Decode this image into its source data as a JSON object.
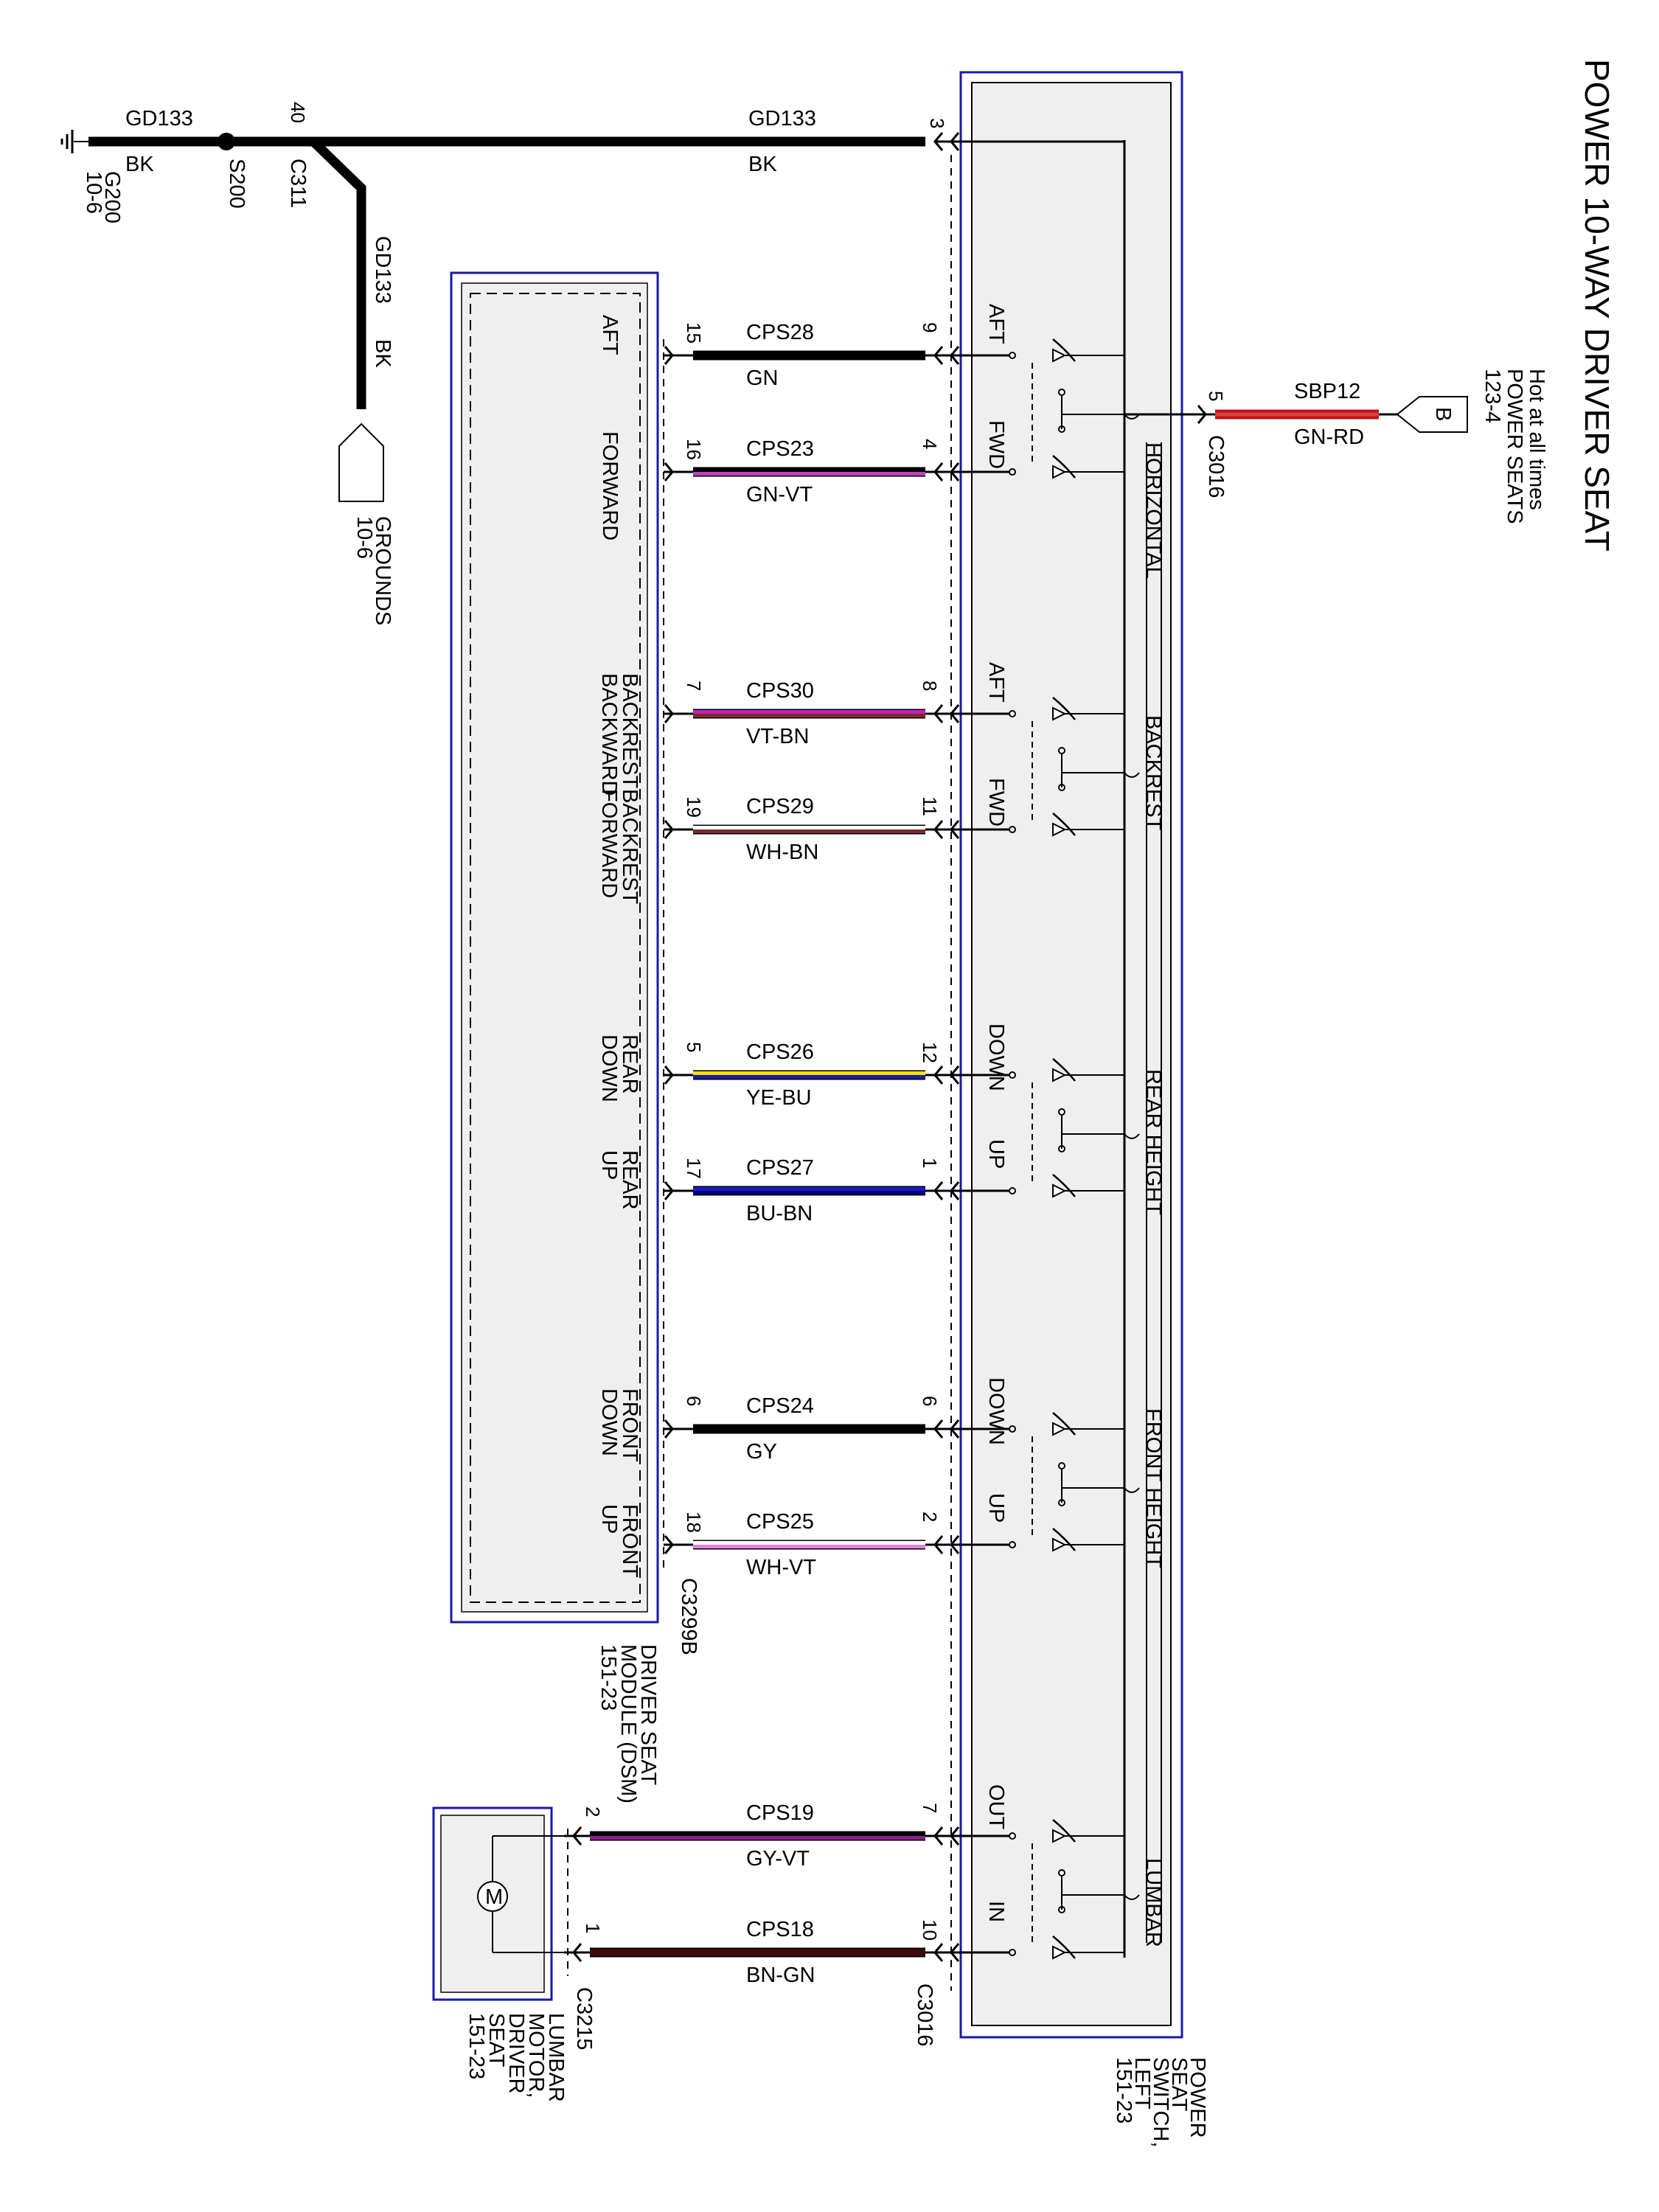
{
  "title": "POWER 10-WAY DRIVER SEAT",
  "hot_note": [
    "Hot at all times",
    "POWER SEATS",
    "123-4"
  ],
  "colors": {
    "module_border": "#1a1aa8",
    "box_fill": "#efefef",
    "ground_wire": "#000000"
  },
  "ground": {
    "g200": "G200",
    "g200_ref": "10-6",
    "s200": "S200",
    "c311": "C311",
    "c311_pin": "40",
    "circuit": "GD133",
    "color": "BK",
    "switch_pin": "3",
    "grounds_label": "GROUNDS",
    "grounds_ref": "10-6"
  },
  "battery": {
    "circuit": "SBP12",
    "color": "GN-RD",
    "pin": "5",
    "connector": "C3016",
    "label": "B"
  },
  "switch_sections": [
    "HORIZONTAL",
    "BACKREST",
    "REAR HEIGHT",
    "FRONT HEIGHT",
    "LUMBAR"
  ],
  "wires": [
    {
      "circuit": "CPS28",
      "color": "GN",
      "dsm_pin": "15",
      "sw_pin": "9",
      "dsm_label": [
        "AFT"
      ],
      "sw_label": "AFT",
      "stripe": [
        "#000000"
      ]
    },
    {
      "circuit": "CPS23",
      "color": "GN-VT",
      "dsm_pin": "16",
      "sw_pin": "4",
      "dsm_label": [
        "FORWARD"
      ],
      "sw_label": "FWD",
      "stripe": [
        "#000000",
        "#c040c0"
      ]
    },
    {
      "circuit": "CPS30",
      "color": "VT-BN",
      "dsm_pin": "7",
      "sw_pin": "8",
      "dsm_label": [
        "BACKREST",
        "BACKWARD"
      ],
      "sw_label": "AFT",
      "stripe": [
        "#c020c0",
        "#7a2a2a"
      ]
    },
    {
      "circuit": "CPS29",
      "color": "WH-BN",
      "dsm_pin": "19",
      "sw_pin": "11",
      "dsm_label": [
        "BACKREST",
        "FORWARD"
      ],
      "sw_label": "FWD",
      "stripe": [
        "#ffffff",
        "#7a2a2a"
      ]
    },
    {
      "circuit": "CPS26",
      "color": "YE-BU",
      "dsm_pin": "5",
      "sw_pin": "12",
      "dsm_label": [
        "REAR",
        "DOWN"
      ],
      "sw_label": "DOWN",
      "stripe": [
        "#f5e000",
        "#1a1aa8"
      ]
    },
    {
      "circuit": "CPS27",
      "color": "BU-BN",
      "dsm_pin": "17",
      "sw_pin": "1",
      "dsm_label": [
        "REAR",
        "UP"
      ],
      "sw_label": "UP",
      "stripe": [
        "#1a1ac0",
        "#000080"
      ]
    },
    {
      "circuit": "CPS24",
      "color": "GY",
      "dsm_pin": "6",
      "sw_pin": "6",
      "dsm_label": [
        "FRONT",
        "DOWN"
      ],
      "sw_label": "DOWN",
      "stripe": [
        "#000000"
      ]
    },
    {
      "circuit": "CPS25",
      "color": "WH-VT",
      "dsm_pin": "18",
      "sw_pin": "2",
      "dsm_label": [
        "FRONT",
        "UP"
      ],
      "sw_label": "UP",
      "stripe": [
        "#ffffff",
        "#e080e0"
      ]
    }
  ],
  "lumbar_wires": [
    {
      "circuit": "CPS19",
      "color": "GY-VT",
      "motor_pin": "2",
      "sw_pin": "7",
      "sw_label": "OUT",
      "stripe": [
        "#000000",
        "#8a208a"
      ]
    },
    {
      "circuit": "CPS18",
      "color": "BN-GN",
      "motor_pin": "1",
      "sw_pin": "10",
      "sw_label": "IN",
      "stripe": [
        "#3a0a0a",
        "#3a0a0a"
      ]
    }
  ],
  "connectors": {
    "dsm": "C3299B",
    "lumbar": "C3215",
    "switch": "C3016"
  },
  "dsm_name": [
    "DRIVER SEAT",
    "MODULE (DSM)",
    "151-23"
  ],
  "switch_name": [
    "POWER",
    "SEAT",
    "SWITCH,",
    "LEFT",
    "151-23"
  ],
  "motor_name": [
    "LUMBAR",
    "MOTOR,",
    "DRIVER",
    "SEAT",
    "151-23"
  ],
  "motor_symbol": "M"
}
